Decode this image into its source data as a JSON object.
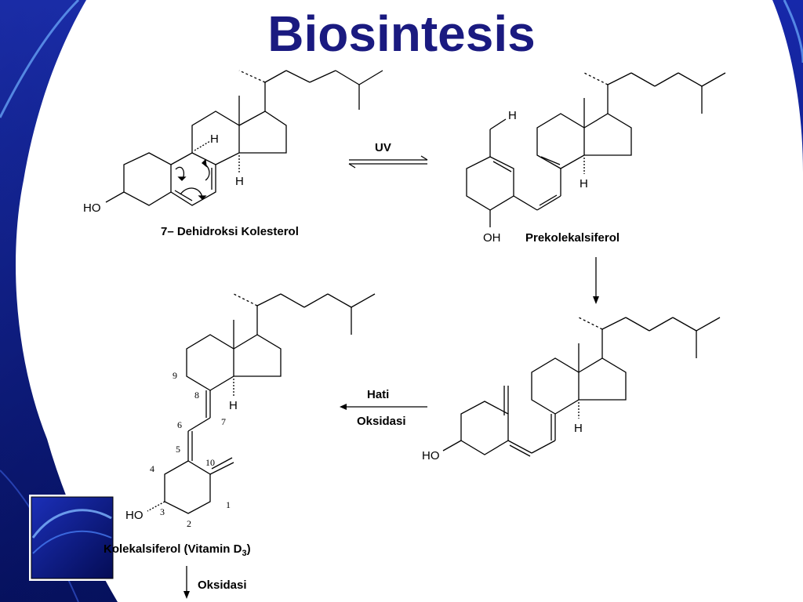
{
  "slide": {
    "title": "Biosintesis",
    "accent_color": "#1a1a80",
    "background_color": "#ffffff",
    "thumbnail_icon": "blue-swirl-thumbnail-icon"
  },
  "compounds": {
    "dehydrocholesterol": {
      "name": "7– Dehidroksi Kolesterol",
      "substituents": [
        "HO",
        "H",
        "H"
      ]
    },
    "previtamin": {
      "name": "Prekolekalsiferol",
      "substituents": [
        "H",
        "OH",
        "H"
      ]
    },
    "previtamin_isomer": {
      "substituents": [
        "HO",
        "H"
      ]
    },
    "cholecalciferol": {
      "name_main": "Kolekalsiferol (Vitamin D",
      "name_sub": "3",
      "name_end": ")",
      "substituents": [
        "HO",
        "H"
      ],
      "atom_numbers": [
        "1",
        "2",
        "3",
        "4",
        "5",
        "6",
        "7",
        "8",
        "9",
        "10"
      ]
    }
  },
  "arrows": {
    "uv": "UV",
    "liver_top": "Hati",
    "liver_bottom": "Oksidasi",
    "oxidation": "Oksidasi"
  }
}
